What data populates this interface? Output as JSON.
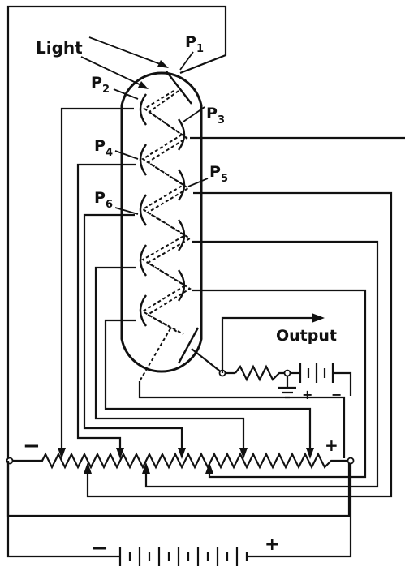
{
  "labels": {
    "light": "Light",
    "p1": "P",
    "p1_sub": "1",
    "p2": "P",
    "p2_sub": "2",
    "p3": "P",
    "p3_sub": "3",
    "p4": "P",
    "p4_sub": "4",
    "p5": "P",
    "p5_sub": "5",
    "p6": "P",
    "p6_sub": "6",
    "output": "Output",
    "out_plus": "+",
    "out_minus": "−",
    "divider_minus": "−",
    "divider_plus": "+",
    "supply_minus": "−",
    "supply_plus": "+"
  },
  "colors": {
    "ink": "#111111",
    "paper": "#ffffff"
  }
}
